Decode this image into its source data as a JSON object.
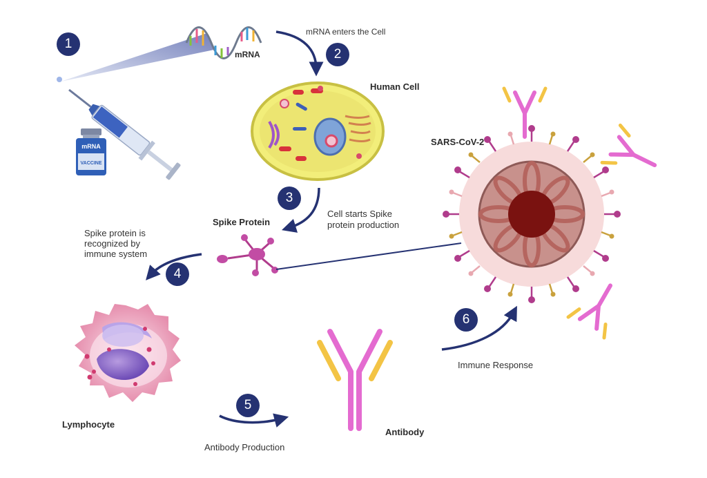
{
  "colors": {
    "step_circle": "#253272",
    "arrow": "#253272",
    "antibody_pink": "#e46bd0",
    "antibody_yellow": "#f3c445",
    "virus_body": "#c8918c",
    "cell_yellow": "#f2ee7a",
    "lymphocyte_pink": "#f2b3c6"
  },
  "steps": [
    "1",
    "2",
    "3",
    "4",
    "5",
    "6"
  ],
  "labels": {
    "mrna": "mRNA",
    "mrna_enters": "mRNA enters the Cell",
    "human_cell": "Human Cell",
    "sars": "SARS-CoV-2",
    "spike_protein": "Spike Protein",
    "cell_starts": "Cell starts Spike protein production",
    "recognized": "Spike protein is recognized by immune system",
    "lymphocyte": "Lymphocyte",
    "antibody_production": "Antibody Production",
    "antibody": "Antibody",
    "immune_response": "Immune Response"
  },
  "vial": {
    "top_text": "mRNA",
    "bottom_text": "VACCINE"
  }
}
